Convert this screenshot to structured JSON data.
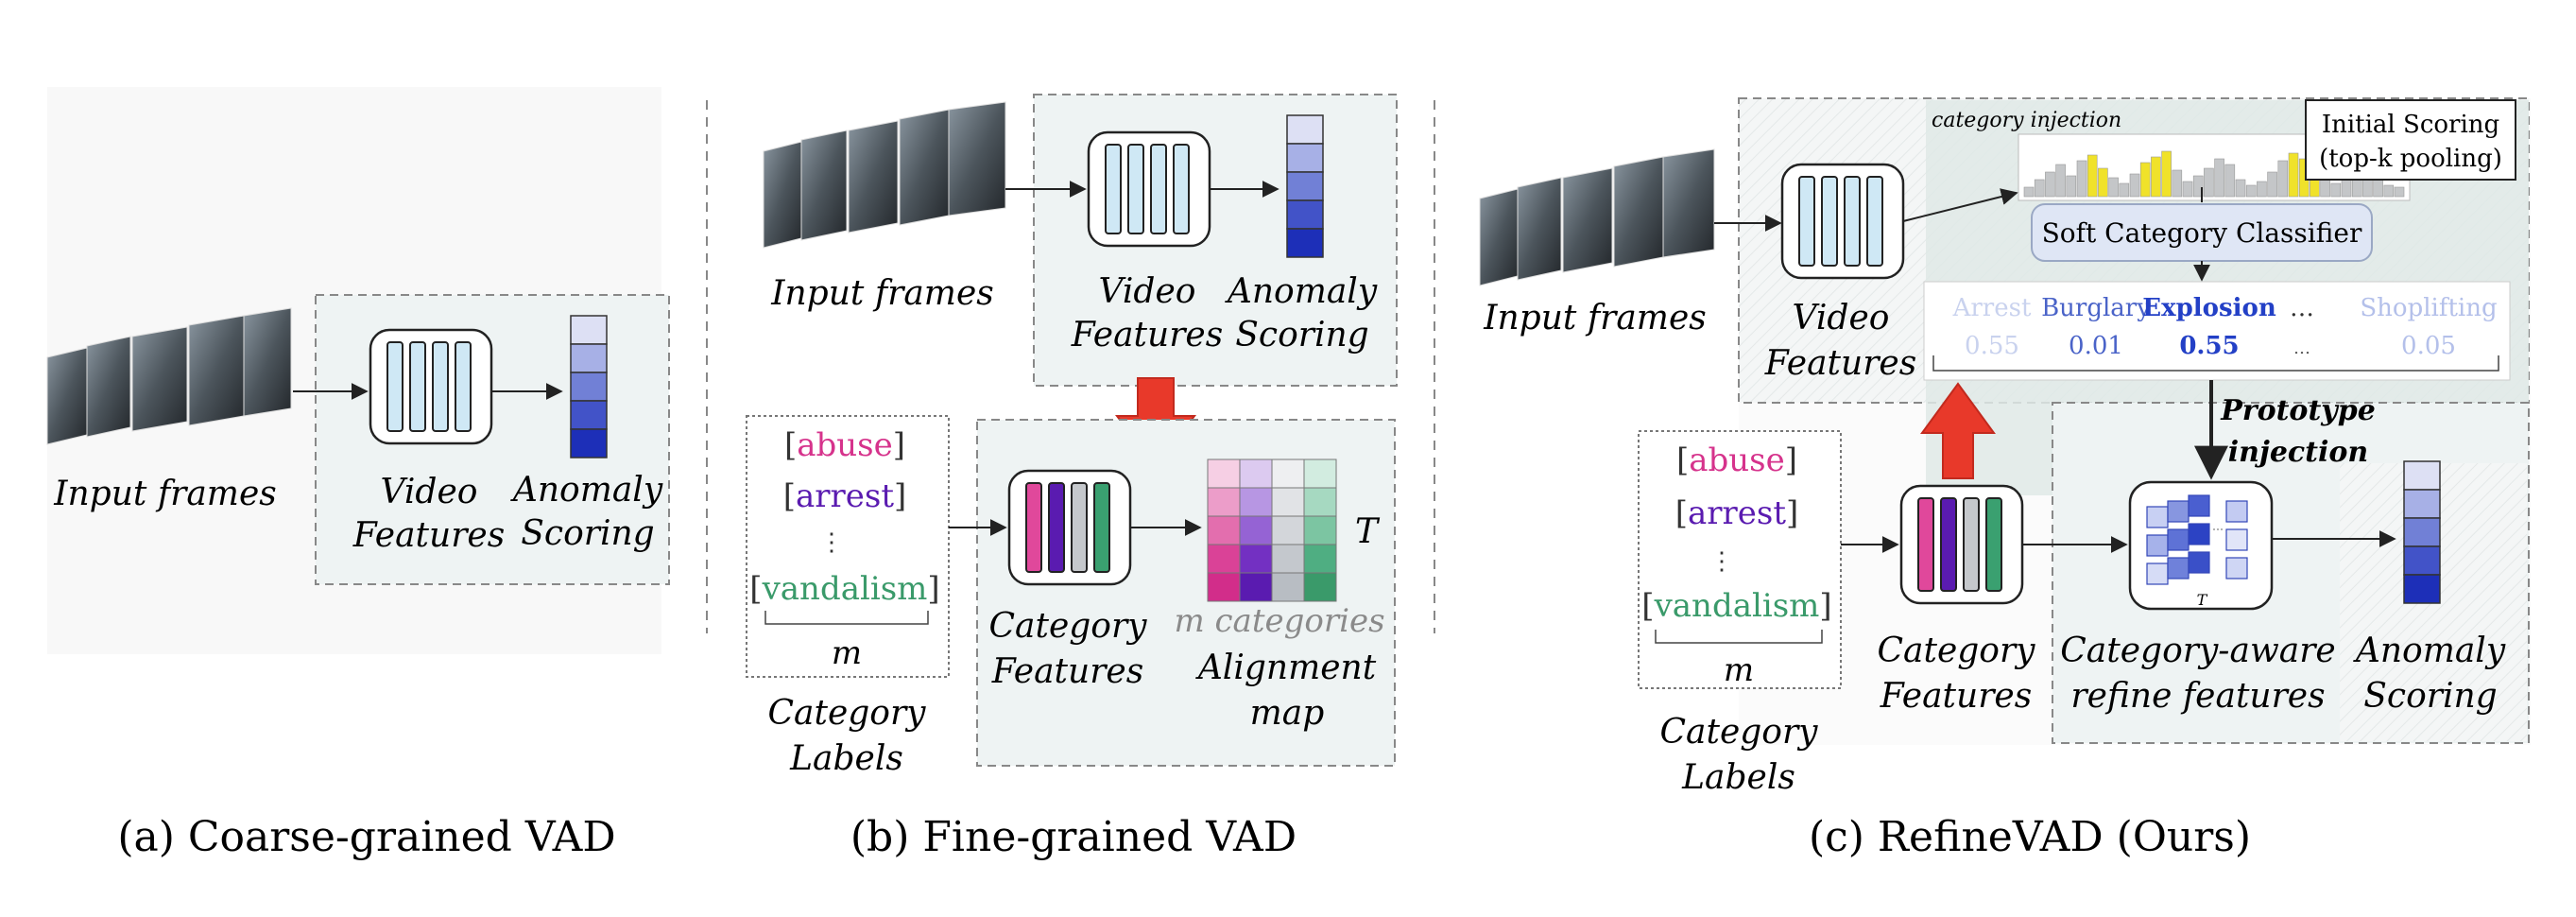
{
  "colors": {
    "panel_fill": "#eef3f3",
    "panel_border": "#888888",
    "video_bar": "#cfe8f5",
    "anomaly_light": "#d9dcf3",
    "anomaly_dark": "#1f2fbf",
    "abuse": "#d6338c",
    "arrest": "#5a1bb0",
    "vandalism": "#3a9a6a",
    "red_arrow": "#e8392a"
  },
  "panel_a": {
    "input_label": "Input frames",
    "video_label_1": "Video",
    "video_label_2": "Features",
    "anomaly_label_1": "Anomaly",
    "anomaly_label_2": "Scoring",
    "caption": "(a) Coarse-grained VAD"
  },
  "panel_b": {
    "input_label": "Input frames",
    "video_label_1": "Video",
    "video_label_2": "Features",
    "anomaly_label_1": "Anomaly",
    "anomaly_label_2": "Scoring",
    "labels": {
      "abuse": "abuse",
      "arrest": "arrest",
      "dots": "⋮",
      "vandalism": "vandalism",
      "m": "m"
    },
    "category_labels_1": "Category",
    "category_labels_2": "Labels",
    "category_features_1": "Category",
    "category_features_2": "Features",
    "map_T": "T",
    "m_categories": "m categories",
    "alignment_1": "Alignment",
    "alignment_2": "map",
    "caption": "(b) Fine-grained VAD"
  },
  "panel_c": {
    "category_injection": "category injection",
    "initial_scoring_1": "Initial Scoring",
    "initial_scoring_2": "(top-k pooling)",
    "soft_classifier": "Soft Category Classifier",
    "input_label": "Input frames",
    "video_label_1": "Video",
    "video_label_2": "Features",
    "classes": [
      {
        "name": "Arrest",
        "score": "0.55",
        "color": "#c9d2ee"
      },
      {
        "name": "Burglary",
        "score": "0.01",
        "color": "#4a63c8"
      },
      {
        "name": "Explosion",
        "score": "0.55",
        "color": "#2340c6"
      },
      {
        "name": "…",
        "score": "…",
        "color": "#333333"
      },
      {
        "name": "Shoplifting",
        "score": "0.05",
        "color": "#b4c0ea"
      }
    ],
    "prototype_1": "Prototype",
    "prototype_2": "injection",
    "labels": {
      "abuse": "abuse",
      "arrest": "arrest",
      "dots": "⋮",
      "vandalism": "vandalism",
      "m": "m"
    },
    "category_labels_1": "Category",
    "category_labels_2": "Labels",
    "category_features_1": "Category",
    "category_features_2": "Features",
    "cube_T": "T",
    "refine_1": "Category-aware",
    "refine_2": "refine features",
    "anomaly_label_1": "Anomaly",
    "anomaly_label_2": "Scoring",
    "caption": "(c) RefineVAD (Ours)"
  }
}
